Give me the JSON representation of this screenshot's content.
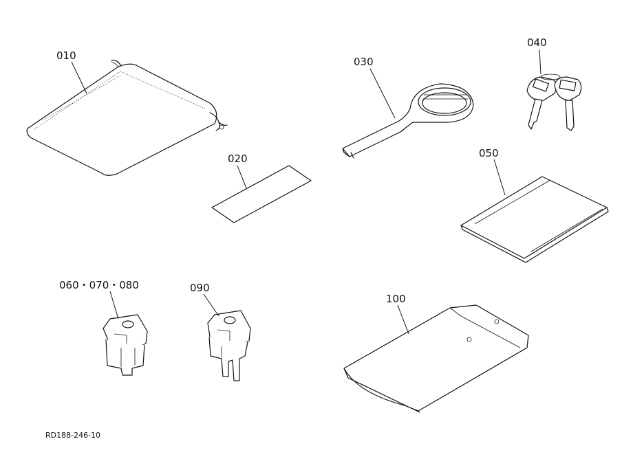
{
  "diagram": {
    "parts": [
      {
        "id": "010"
      },
      {
        "id": "020"
      },
      {
        "id": "030"
      },
      {
        "id": "040"
      },
      {
        "id": "050"
      },
      {
        "id": "060_070_080",
        "label": "060・070・080"
      },
      {
        "id": "090"
      },
      {
        "id": "100"
      }
    ],
    "reference_code": "RD188-246-10"
  }
}
